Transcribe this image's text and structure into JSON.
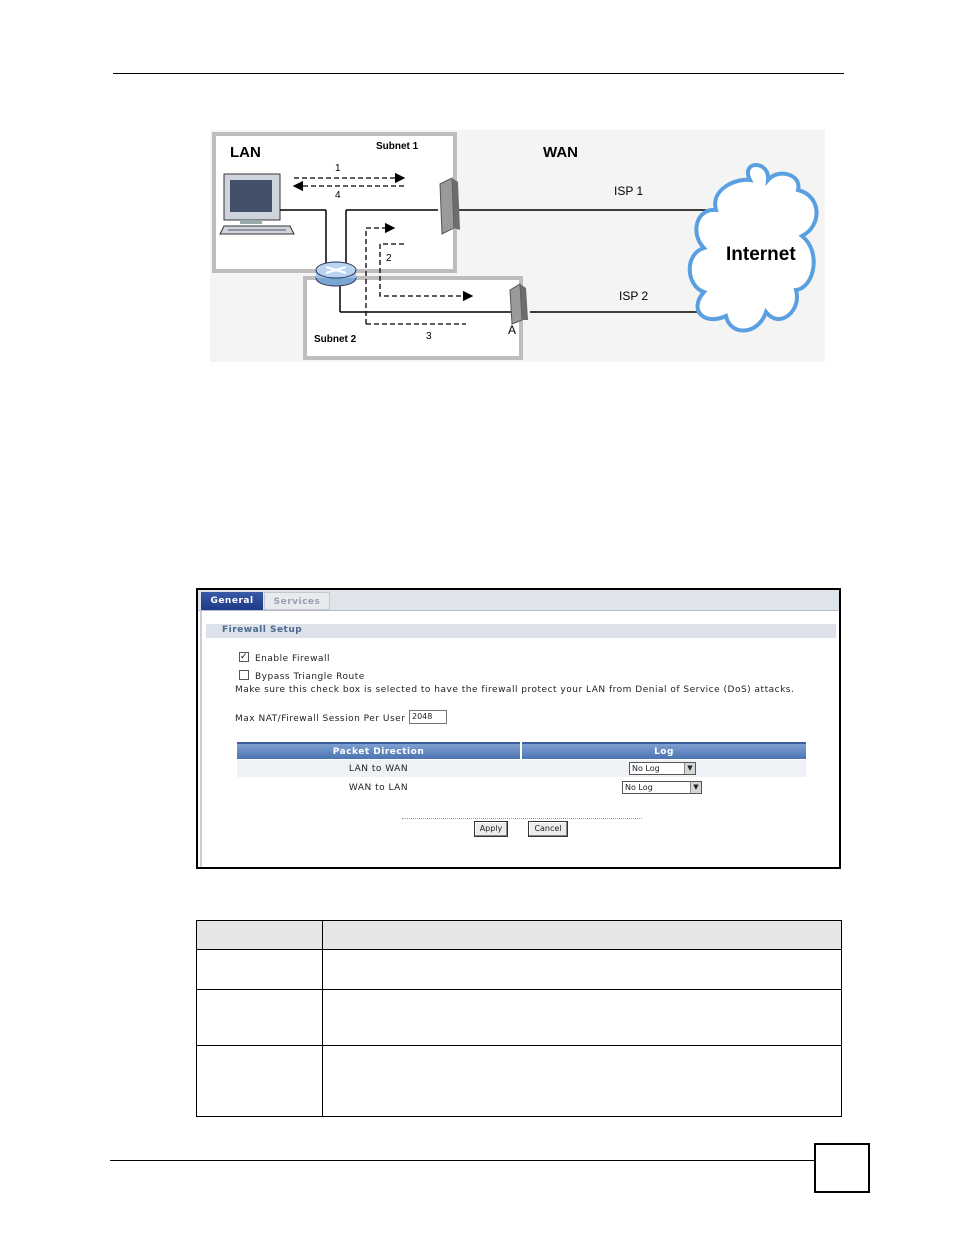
{
  "diagram": {
    "lan_label": "LAN",
    "wan_label": "WAN",
    "subnet1_label": "Subnet 1",
    "subnet2_label": "Subnet 2",
    "isp1_label": "ISP 1",
    "isp2_label": "ISP 2",
    "internet_label": "Internet",
    "device_a_label": "A",
    "arrow_labels": [
      "1",
      "4",
      "2",
      "3"
    ]
  },
  "screenshot": {
    "tabs": [
      "General",
      "Services"
    ],
    "section_title": "Firewall Setup",
    "enable_firewall": {
      "label": "Enable Firewall",
      "checked": true
    },
    "bypass_triangle": {
      "label": "Bypass Triangle Route",
      "checked": false
    },
    "bypass_note": "Make sure this check box is selected to have the firewall protect your LAN from Denial of Service (DoS) attacks.",
    "max_session_label": "Max NAT/Firewall Session Per User",
    "max_session_value": "2048",
    "table": {
      "headers": [
        "Packet Direction",
        "Log"
      ],
      "rows": [
        {
          "direction": "LAN to WAN",
          "log": "No Log"
        },
        {
          "direction": "WAN to LAN",
          "log": "No Log"
        }
      ]
    },
    "apply_label": "Apply",
    "cancel_label": "Cancel"
  },
  "colors": {
    "tab_active": "#1d3a86",
    "section_title": "#4b6a8e",
    "table_header": "#4c74b2",
    "cloud": "#5aa0e0"
  }
}
